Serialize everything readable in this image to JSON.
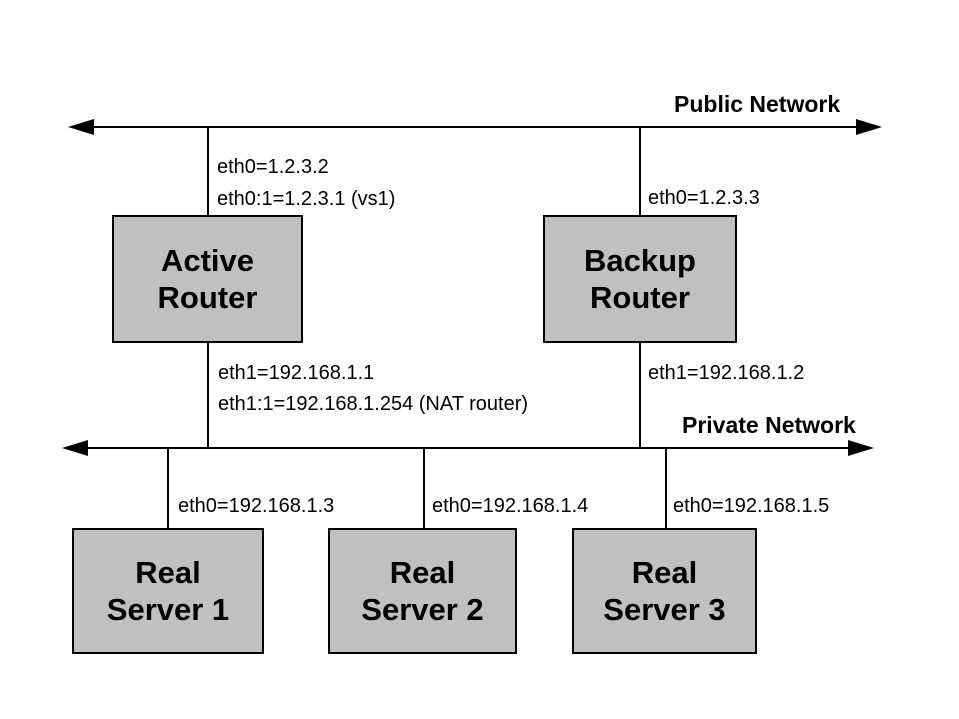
{
  "colors": {
    "background": "#ffffff",
    "box_fill": "#c0c0c0",
    "line_color": "#000000",
    "text_color": "#000000"
  },
  "networks": {
    "public": {
      "label": "Public Network"
    },
    "private": {
      "label": "Private Network"
    }
  },
  "routers": {
    "active": {
      "label_line1": "Active",
      "label_line2": "Router",
      "public_interfaces": [
        "eth0=1.2.3.2",
        "eth0:1=1.2.3.1 (vs1)"
      ],
      "private_interfaces": [
        "eth1=192.168.1.1",
        "eth1:1=192.168.1.254 (NAT router)"
      ]
    },
    "backup": {
      "label_line1": "Backup",
      "label_line2": "Router",
      "public_interfaces": [
        "eth0=1.2.3.3"
      ],
      "private_interfaces": [
        "eth1=192.168.1.2"
      ]
    }
  },
  "servers": [
    {
      "label_line1": "Real",
      "label_line2": "Server 1",
      "interface": "eth0=192.168.1.3"
    },
    {
      "label_line1": "Real",
      "label_line2": "Server 2",
      "interface": "eth0=192.168.1.4"
    },
    {
      "label_line1": "Real",
      "label_line2": "Server 3",
      "interface": "eth0=192.168.1.5"
    }
  ]
}
